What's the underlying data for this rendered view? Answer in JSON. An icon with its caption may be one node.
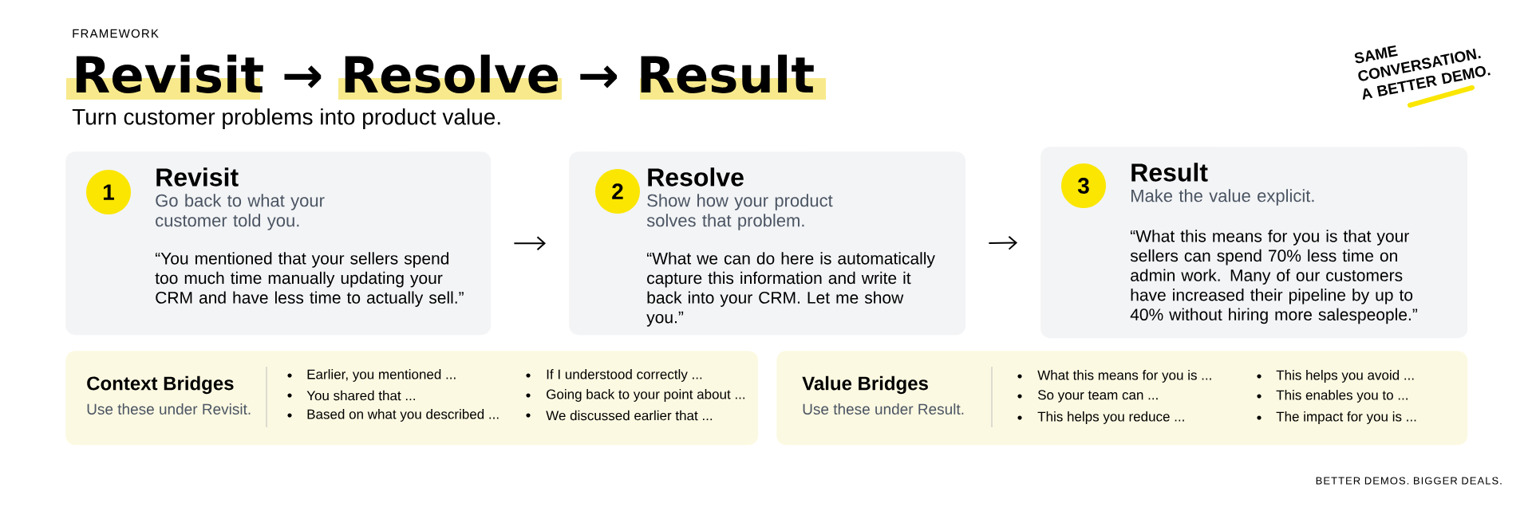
{
  "diagram": {
    "title": "Revisit → Resolve → Result",
    "nodes": [
      {
        "text": [
          "Revisit",
          "Go back to what your customer told you.",
          "“You mentioned that your sellers spend too much time manually updating your CRM and have less time to actually sell.”"
        ]
      },
      {
        "text": [
          "1"
        ],
        "in": 0
      },
      {
        "text": [
          "Resolve",
          "Show how your product solves that problem.",
          "“What we can do here is automatically capture this information and write it back into your CRM. Let me show you.”"
        ]
      },
      {
        "text": [
          "2"
        ],
        "in": 2
      },
      {
        "text": [
          "Result",
          "Make the value explicit.",
          "“What this means for you is that your sellers can spend 70% less time on admin work. Many of our customers have increased their pipeline by up to 40% without hiring more salespeople.”"
        ]
      },
      {
        "text": [
          "3"
        ],
        "in": 4
      },
      {
        "text": [
          "Context Bridges",
          "Use these under Revisit.",
          "Earlier, you mentioned ...",
          "You shared that ...",
          "Based on what you described ...",
          "If I understood correctly ...",
          "Going back to your point about ...",
          "We discussed earlier that ..."
        ]
      },
      {
        "text": [
          "Value Bridges",
          "Use these under Result.",
          "What this means for you is ...",
          "So your team can ...",
          "This helps you reduce ...",
          "This helps you avoid ...",
          "This enables you to ...",
          "The impact for you is ..."
        ]
      }
    ],
    "edges": [
      {
        "from": 0,
        "to": 2,
        "arrow": "to"
      },
      {
        "from": 2,
        "to": 4,
        "arrow": "to"
      }
    ],
    "labels": [
      "FRAMEWORK",
      "Turn customer problems into product value.",
      "SAME CONVERSATION. A BETTER DEMO.",
      "BETTER DEMOS. BIGGER DEALS."
    ]
  }
}
